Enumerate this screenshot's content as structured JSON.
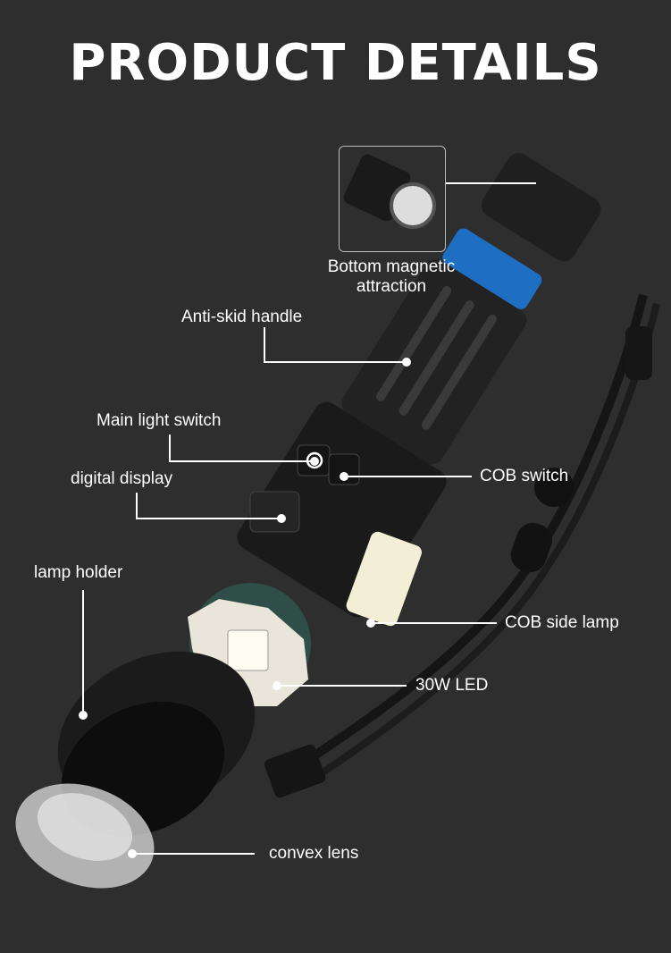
{
  "title": "PRODUCT DETAILS",
  "labels": {
    "bottom_magnetic_line1": "Bottom magnetic",
    "bottom_magnetic_line2": "attraction",
    "anti_skid": "Anti-skid handle",
    "main_switch": "Main light switch",
    "digital_display": "digital display",
    "cob_switch": "COB switch",
    "lamp_holder": "lamp holder",
    "cob_side_lamp": "COB side lamp",
    "led": "30W LED",
    "convex_lens": "convex lens"
  },
  "colors": {
    "background": "#2e2e2e",
    "accent_blue": "#1e6fc4",
    "cob": "#f3efd6"
  }
}
